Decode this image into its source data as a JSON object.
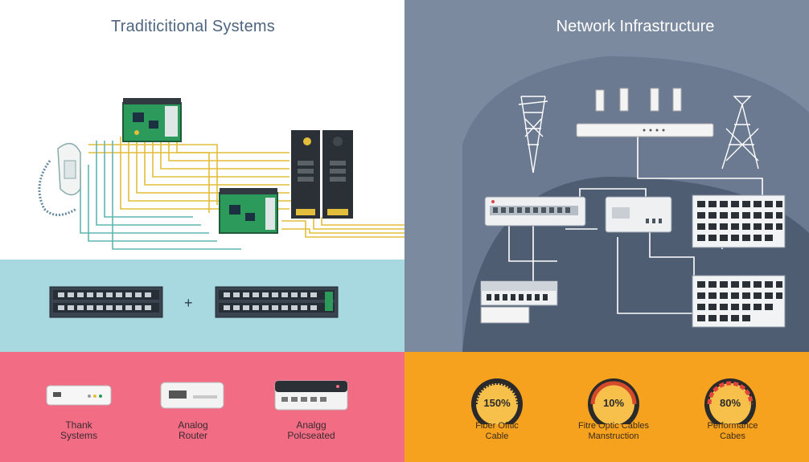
{
  "left": {
    "title": "Traditicitional Systems",
    "plus_sign": "+",
    "devices": [
      {
        "line1": "Thank",
        "line2": "Systems"
      },
      {
        "line1": "Analog",
        "line2": "Router"
      },
      {
        "line1": "Analgg",
        "line2": "Polcseated"
      }
    ]
  },
  "right": {
    "title": "Network Infrastructure",
    "gauges": [
      {
        "value": "150%",
        "line1": "Fiber Offtic",
        "line2": "Cable"
      },
      {
        "value": "10%",
        "line1": "Fitre Optic Cables",
        "line2": "Manstruction"
      },
      {
        "value": "80%",
        "line1": "Performance",
        "line2": "Cabes"
      }
    ]
  },
  "colors": {
    "left_top_bg": "#ffffff",
    "left_mid_bg": "#a9d9e0",
    "left_bot_bg": "#f26c84",
    "right_top_bg": "#7c8aa0",
    "right_bot_bg": "#f6a21e",
    "cable_yellow": "#e3bd3c",
    "cable_teal": "#5fb6b0",
    "pcb_green": "#2b9a5a"
  }
}
